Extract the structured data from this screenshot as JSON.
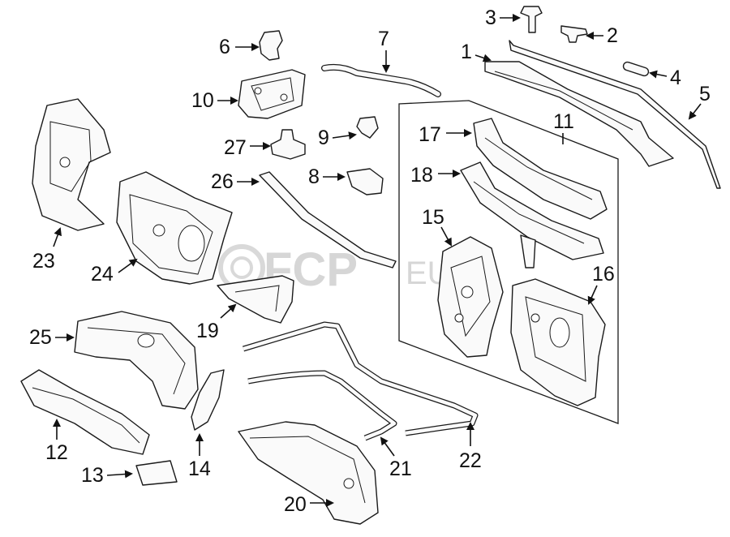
{
  "watermark": {
    "brand": "FCP",
    "suffix": "EURO"
  },
  "callouts": {
    "c1": "1",
    "c2": "2",
    "c3": "3",
    "c4": "4",
    "c5": "5",
    "c6": "6",
    "c7": "7",
    "c8": "8",
    "c9": "9",
    "c10": "10",
    "c11": "11",
    "c12": "12",
    "c13": "13",
    "c14": "14",
    "c15": "15",
    "c16": "16",
    "c17": "17",
    "c18": "18",
    "c19": "19",
    "c20": "20",
    "c21": "21",
    "c22": "22",
    "c23": "23",
    "c24": "24",
    "c25": "25",
    "c26": "26",
    "c27": "27"
  },
  "colors": {
    "line": "#1a1a1a",
    "fill": "#fafafa",
    "watermark": "#d6d6d6"
  }
}
